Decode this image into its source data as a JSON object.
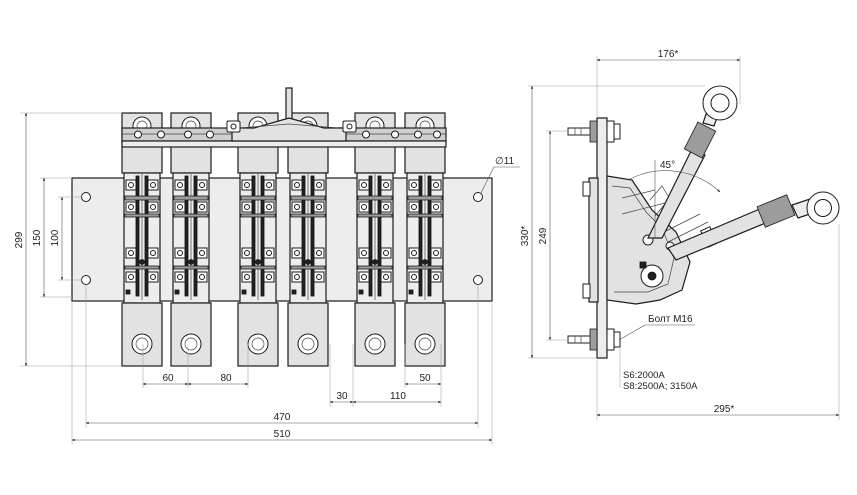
{
  "dimensions": {
    "d299": "299",
    "d150": "150",
    "d100": "100",
    "d60": "60",
    "d80": "80",
    "d30": "30",
    "d110": "110",
    "d50": "50",
    "d470": "470",
    "d510": "510",
    "diameter": "∅11",
    "d176": "176*",
    "d330": "330*",
    "d249": "249",
    "d295": "295*",
    "angle": "45°"
  },
  "notes": {
    "bolt": "Болт М16",
    "s6": "S6:2000A",
    "s8": "S8:2500A; 3150A"
  }
}
